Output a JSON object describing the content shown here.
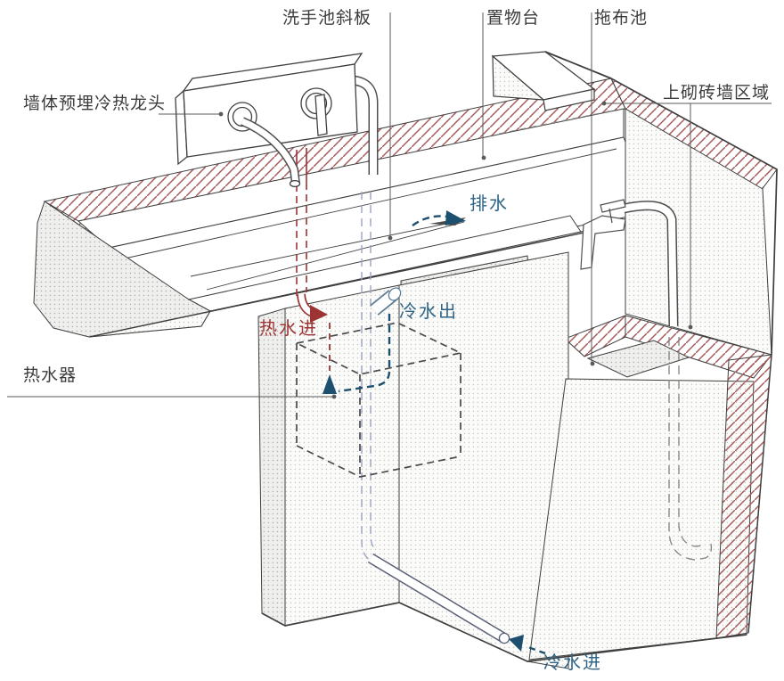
{
  "diagram": {
    "kind": "axonometric plumbing / construction diagram of a wash counter, water heater and mop pool",
    "labels": {
      "sink_slope": {
        "text": "洗手池斜板"
      },
      "shelf": {
        "text": "置物台"
      },
      "mop_pool": {
        "text": "拖布池"
      },
      "wall_faucet": {
        "text": "墙体预埋冷热龙头"
      },
      "brick_wall_area": {
        "text": "上砌砖墙区域"
      },
      "drain": {
        "text": "排水"
      },
      "hot_water_in": {
        "text": "热水进"
      },
      "cold_water_out": {
        "text": "冷水出"
      },
      "water_heater": {
        "text": "热水器"
      },
      "cold_water_in": {
        "text": "冷水进"
      }
    },
    "colors": {
      "outline": "#3f3f3f",
      "label_dark": "#3c3c3c",
      "hot_red": "#9c3434",
      "brick_hatch_red": "#a85a5a",
      "water_blue": "#2f6587",
      "flow_arrow_navy": "#1d4f6e",
      "hidden_pipe_lavender": "#9aa3c4",
      "hidden_line_gray": "#4a4a4a",
      "stipple_dot_gray": "#c7c7c4"
    }
  }
}
